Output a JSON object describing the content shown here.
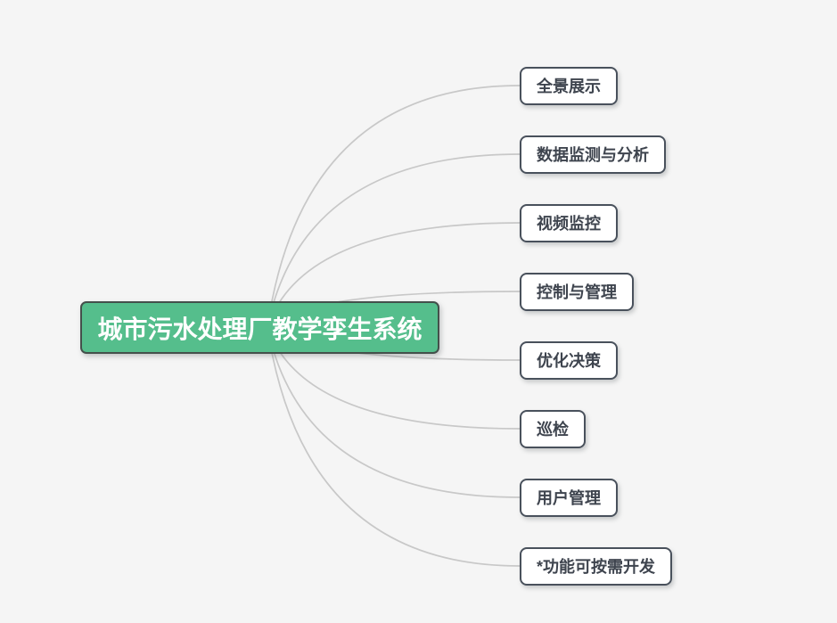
{
  "diagram": {
    "type": "mindmap",
    "background_color": "#f5f5f5",
    "edge_color": "#c8c8c8",
    "root": {
      "label": "城市污水处理厂教学孪生系统",
      "fill": "#55be8c",
      "border_color": "#44504b",
      "text_color": "#ffffff"
    },
    "branch_style": {
      "fill": "#ffffff",
      "border_color": "#49515c",
      "text_color": "#3e444e"
    },
    "children": [
      {
        "label": "全景展示"
      },
      {
        "label": "数据监测与分析"
      },
      {
        "label": "视频监控"
      },
      {
        "label": "控制与管理"
      },
      {
        "label": "优化决策"
      },
      {
        "label": "巡检"
      },
      {
        "label": "用户管理"
      },
      {
        "label": "*功能可按需开发"
      }
    ]
  }
}
